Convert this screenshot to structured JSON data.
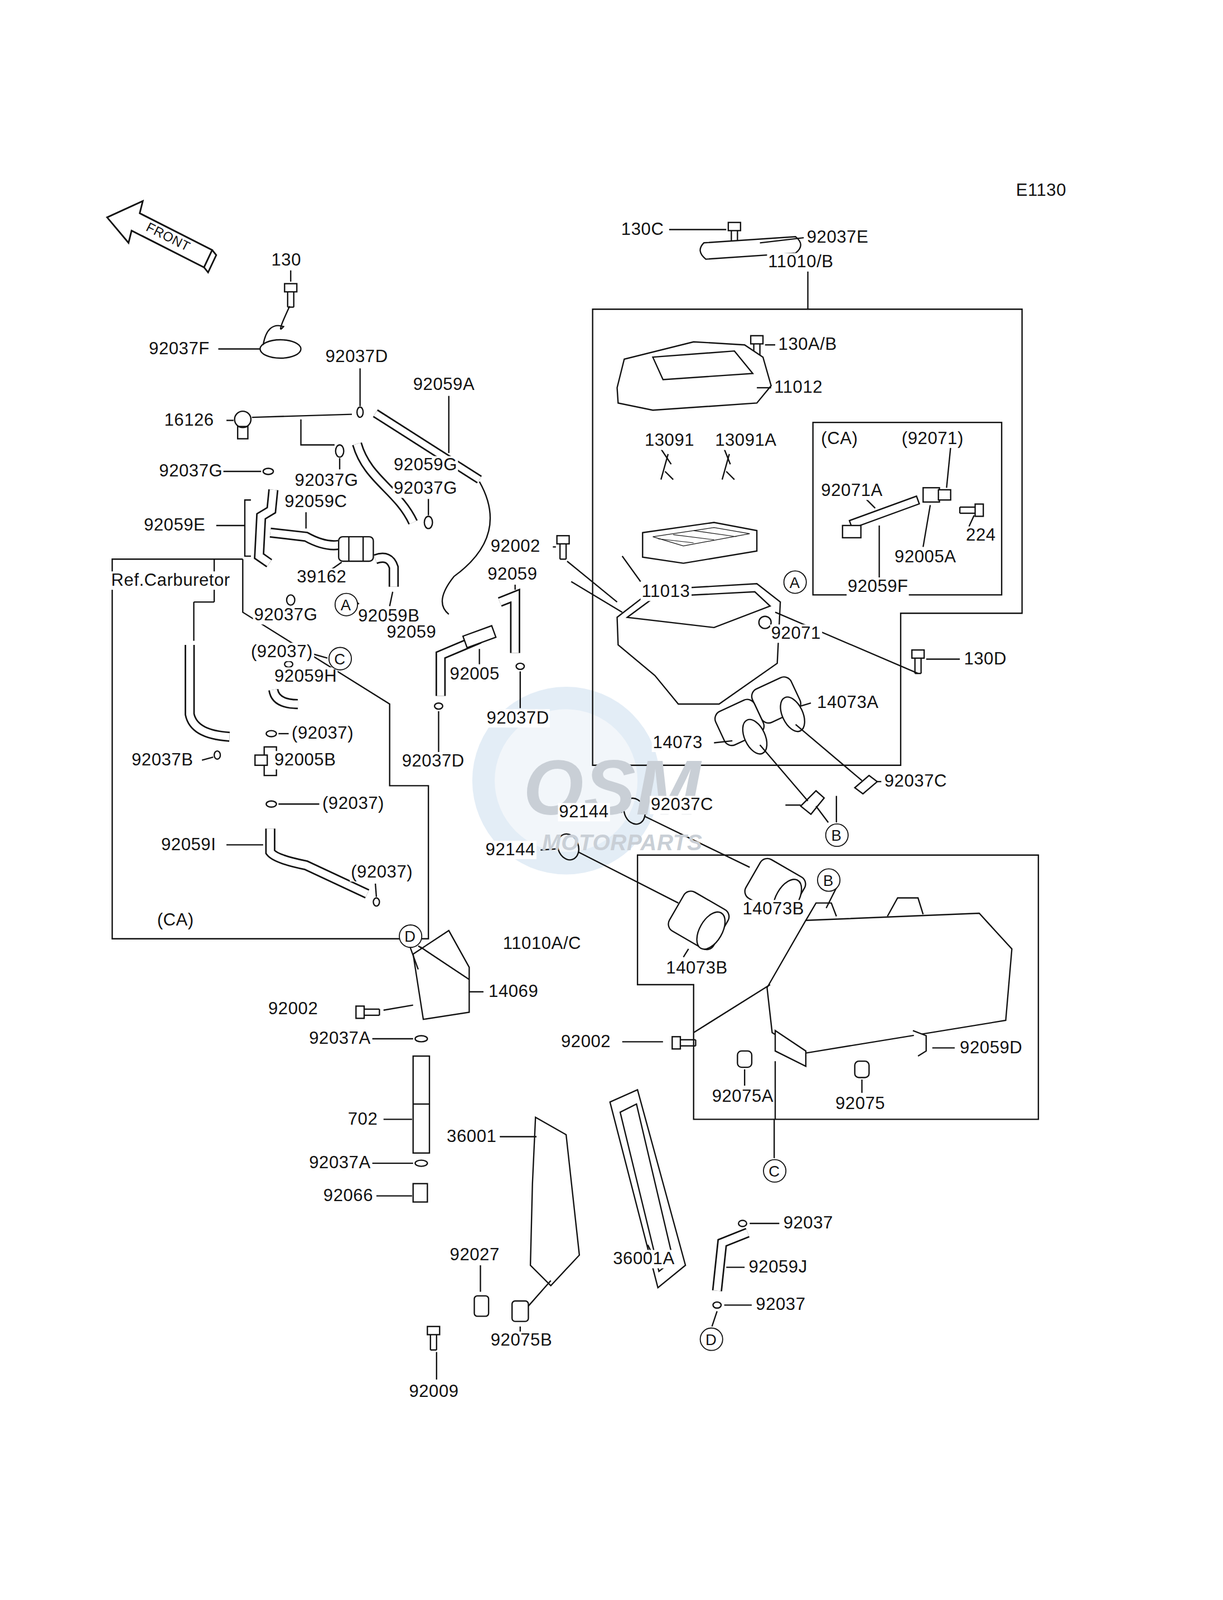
{
  "diagram": {
    "nodes": [
      {
        "text": [
          "A"
        ]
      },
      {
        "text": [
          "A"
        ]
      },
      {
        "text": [
          "C"
        ]
      },
      {
        "text": [
          "B"
        ]
      },
      {
        "text": [
          "B"
        ]
      },
      {
        "text": [
          "D"
        ]
      },
      {
        "text": [
          "C"
        ]
      },
      {
        "text": [
          "D"
        ]
      }
    ],
    "labels": [
      "E1130",
      "FRONT",
      "130",
      "92037F",
      "92037D",
      "92059A",
      "16126",
      "92059G",
      "92037G",
      "92037G",
      "92037G",
      "92059C",
      "92059E",
      "Ref.Carburetor",
      "39162",
      "92037G",
      "92059B",
      "92002",
      "92059",
      "92059",
      "92005",
      "92037D",
      "92037D",
      "(92037)",
      "92059H",
      "(92037)",
      "92037B",
      "92005B",
      "(92037)",
      "92059I",
      "(92037)",
      "(CA)",
      "130C",
      "92037E",
      "11010/B",
      "130A/B",
      "11012",
      "13091",
      "13091A",
      "(CA)",
      "(92071)",
      "92071A",
      "224",
      "92005A",
      "92059F",
      "11013",
      "92071",
      "130D",
      "14073A",
      "14073",
      "92037C",
      "92037C",
      "92144",
      "92144",
      "11010A/C",
      "14073B",
      "14073B",
      "14069",
      "92002",
      "92037A",
      "92002",
      "92059D",
      "92075A",
      "92075",
      "702",
      "92037A",
      "36001",
      "92066",
      "92037",
      "92059J",
      "36001A",
      "92027",
      "92037",
      "92075B",
      "92009",
      "OSM",
      "MOTORPARTS"
    ]
  }
}
